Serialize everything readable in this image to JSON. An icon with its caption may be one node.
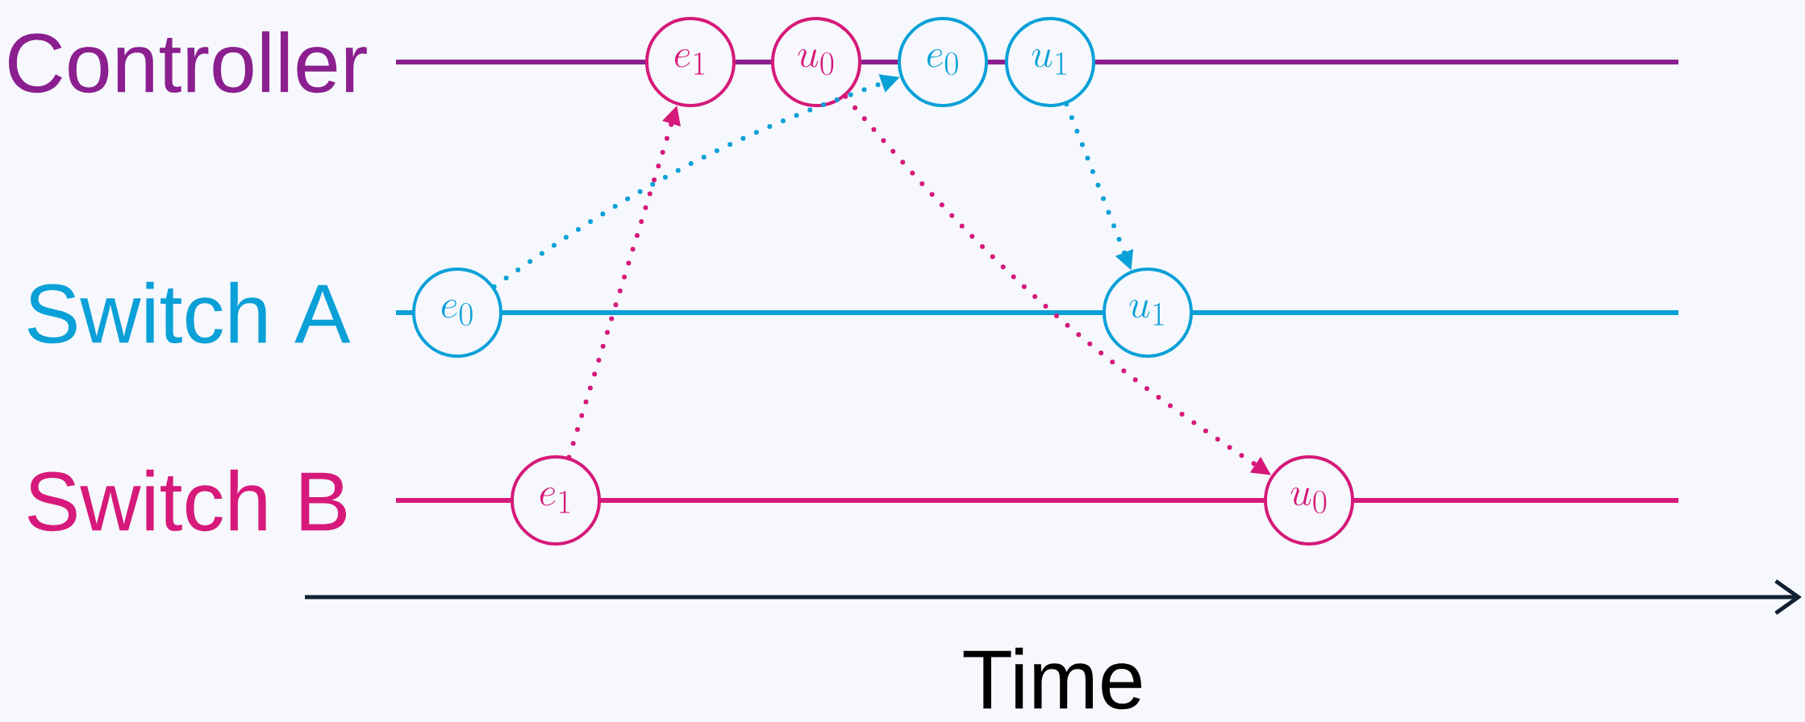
{
  "diagram": {
    "nodes": [
      {
        "text": [
          "e_1"
        ]
      },
      {
        "text": [
          "u_0"
        ]
      },
      {
        "text": [
          "e_0"
        ]
      },
      {
        "text": [
          "u_1"
        ]
      },
      {
        "text": [
          "e_0"
        ]
      },
      {
        "text": [
          "u_1"
        ]
      },
      {
        "text": [
          "e_1"
        ]
      },
      {
        "text": [
          "u_0"
        ]
      }
    ],
    "edges": [
      {
        "from": 4,
        "to": 2,
        "arrow": "to",
        "style": "dashed",
        "color": "#0aa0d8"
      },
      {
        "from": 6,
        "to": 0,
        "arrow": "to",
        "style": "dashed",
        "color": "#d6197a"
      },
      {
        "from": 1,
        "to": 7,
        "arrow": "to",
        "style": "dashed",
        "color": "#d6197a"
      },
      {
        "from": 3,
        "to": 5,
        "arrow": "to",
        "style": "dashed",
        "color": "#0aa0d8"
      }
    ],
    "labels": [
      "Controller",
      "Switch A",
      "Switch B",
      "Time"
    ]
  }
}
